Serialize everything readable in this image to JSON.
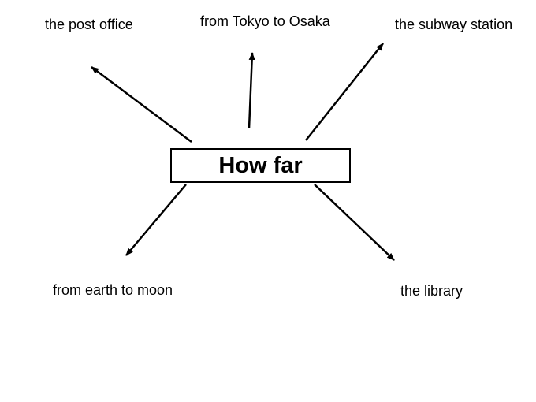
{
  "diagram": {
    "center": {
      "text": "How far"
    },
    "branches": [
      {
        "label": "the post office"
      },
      {
        "label": "from Tokyo to Osaka"
      },
      {
        "label": "the subway station"
      },
      {
        "label": "from earth to moon"
      },
      {
        "label": "the library"
      }
    ],
    "colors": {
      "line": "#000000",
      "background": "#ffffff"
    }
  }
}
